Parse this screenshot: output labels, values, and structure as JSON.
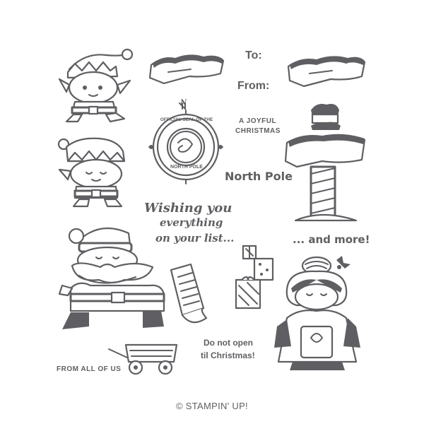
{
  "stamps": {
    "to": "To:",
    "from": "From:",
    "joyful_line1": "A JOYFUL",
    "joyful_line2": "CHRISTMAS",
    "north_pole": "North Pole",
    "wishing_line1": "Wishing you",
    "wishing_line2": "everything",
    "wishing_line3": "on your list...",
    "and_more": "... and more!",
    "do_not_open_line1": "Do not open",
    "do_not_open_line2": "til Christmas!",
    "from_all": "FROM ALL OF US",
    "seal_top": "OFFICIAL SEAL OF THE",
    "seal_bottom": "NORTH POLE",
    "seal_n": "N"
  },
  "footer": {
    "copyright": "© STAMPIN' UP!"
  },
  "colors": {
    "ink": "#5f5f63",
    "background": "#ffffff"
  }
}
